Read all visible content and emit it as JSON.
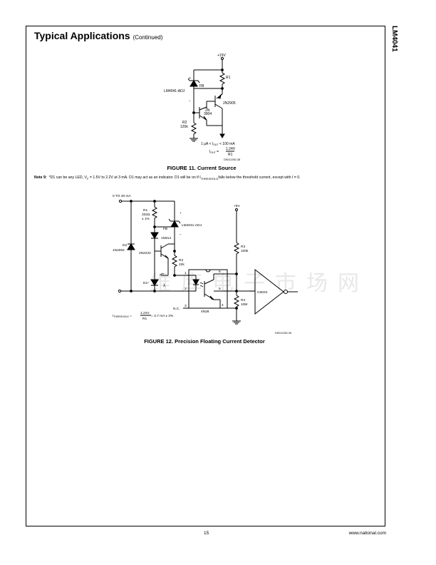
{
  "header": {
    "title": "Typical Applications",
    "continued": "(Continued)",
    "part_number": "LM4041"
  },
  "figure11": {
    "caption": "FIGURE 11. Current Source",
    "doc_id": "DS011392-38",
    "labels": {
      "supply": "+15V",
      "r1": "R1",
      "fb": "FB",
      "device": "LM4041-ADJ",
      "q1": "2N2905",
      "q2_line1": "2N",
      "q2_line2": "3904",
      "r2_line1": "R2",
      "r2_line2": "120k",
      "plus": "+",
      "minus": "−",
      "range": "1 μA < I",
      "range_sub": "OUT",
      "range_end": " < 100 mA",
      "iout": "I",
      "iout_sub": "OUT",
      "eq": " = ",
      "frac_num": "1.24V",
      "frac_den": "R1"
    }
  },
  "note": {
    "label": "Note 9:",
    "text_a": "*D1 can be any LED, V",
    "vf_sub": "F",
    "text_b": " = 1.5V to 2.2V at 3 mA. D1 may act as an indicator. D1 will be on if I",
    "thr_sub": "THRESHOLD",
    "text_c": "falls below the threshold current, except with I = 0."
  },
  "figure12": {
    "caption": "FIGURE 12. Precision Floating Current Detector",
    "doc_id": "DS011392-39",
    "labels": {
      "input": "0 TO 20 mA",
      "r1_line1": "R1",
      "r1_line2": "332Ω",
      "r1_line3": "± 1%",
      "plus": "+",
      "minus": "−",
      "device": "LM4041-ADJ",
      "fb": "FB",
      "diode": "1N914",
      "d2": "D2",
      "d2_part": "1N4002",
      "q": "2N2222",
      "r2_line1": "R2",
      "r2_line2": "22k",
      "d1": "D1*",
      "lambda": "λ",
      "supply": "+5V",
      "r3_line1": "R3",
      "r3_line2": "100k",
      "pin1": "1",
      "pin2": "2",
      "pin3": "3",
      "pin4": "4",
      "pin5": "5",
      "pin6": "6",
      "nc": "N.C.",
      "opto": "4N28",
      "r4_line1": "R4",
      "r4_line2": "10M",
      "cmos": "CMOS",
      "ithr": "I",
      "ithr_sub": "THRESHOLD",
      "eq": " = ",
      "frac_num": "1.24V",
      "frac_den": "R1",
      "result": " = 3.7 mA ± 2%"
    }
  },
  "watermark": "维库电子市场网",
  "footer": {
    "page": "15",
    "site": "www.national.com"
  }
}
